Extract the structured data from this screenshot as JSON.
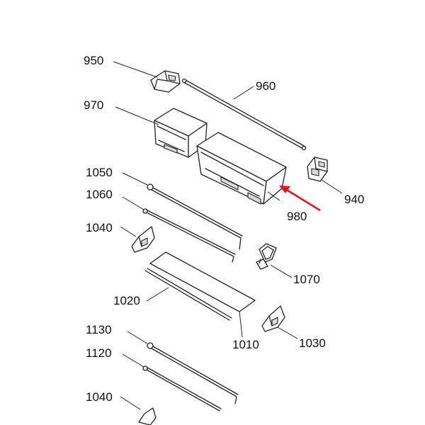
{
  "diagram": {
    "labels": {
      "l950": "950",
      "l960": "960",
      "l970": "970",
      "l940": "940",
      "l980": "980",
      "l1050": "1050",
      "l1060": "1060",
      "l1040a": "1040",
      "l1070": "1070",
      "l1020": "1020",
      "l1010": "1010",
      "l1030": "1030",
      "l1130": "1130",
      "l1120": "1120",
      "l1040b": "1040"
    },
    "highlight_arrow_color": "#e8141b"
  }
}
